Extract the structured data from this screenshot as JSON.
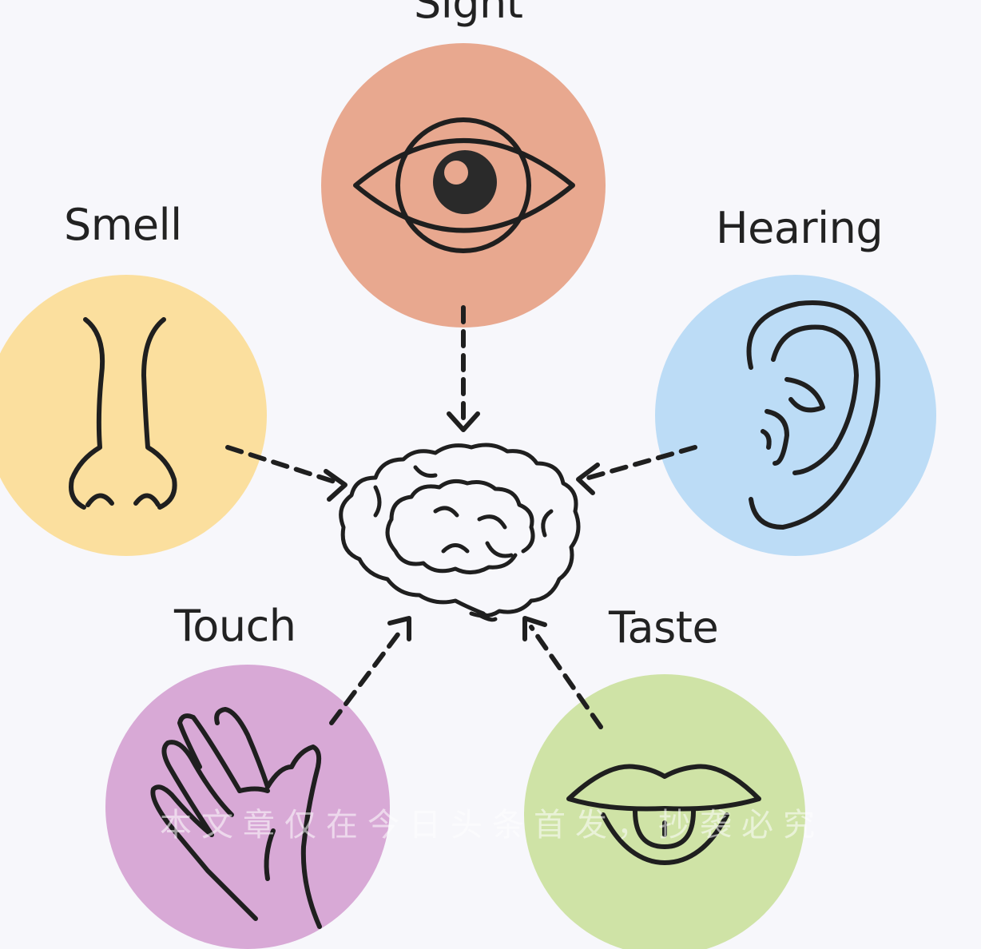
{
  "senses": {
    "sight": {
      "label": "Sight",
      "color": "#e8a88f"
    },
    "smell": {
      "label": "Smell",
      "color": "#fbdf9e"
    },
    "hearing": {
      "label": "Hearing",
      "color": "#bcdcf6"
    },
    "touch": {
      "label": "Touch",
      "color": "#d8a9d6"
    },
    "taste": {
      "label": "Taste",
      "color": "#cfe3a6"
    }
  },
  "watermark": "本文章仅在今日头条首发，抄袭必究",
  "icons": {
    "center": "brain-icon",
    "sight": "eye-icon",
    "smell": "nose-icon",
    "hearing": "ear-icon",
    "touch": "hand-icon",
    "taste": "mouth-tongue-icon"
  },
  "line_color": "#1f1f1f",
  "background": "#f7f7fb"
}
